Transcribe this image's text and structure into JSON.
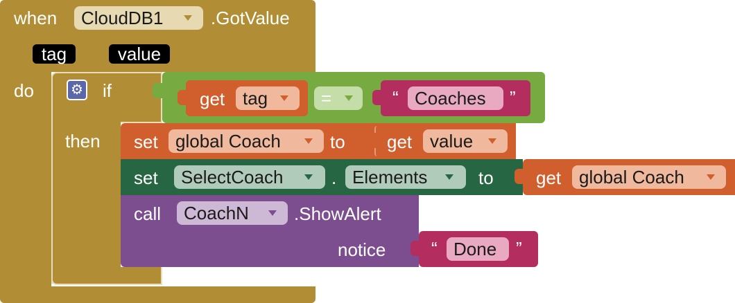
{
  "event": {
    "when_label": "when",
    "component": "CloudDB1",
    "event_name": ".GotValue",
    "params": [
      "tag",
      "value"
    ],
    "do_label": "do"
  },
  "if_block": {
    "if_label": "if",
    "then_label": "then",
    "condition": {
      "get_label": "get",
      "var": "tag",
      "operator": "=",
      "text_value": "Coaches",
      "open_quote": "“",
      "close_quote": "”"
    }
  },
  "set_global": {
    "set_label": "set",
    "var": "global Coach",
    "to_label": "to",
    "get_label": "get",
    "value_var": "value"
  },
  "set_property": {
    "set_label": "set",
    "component": "SelectCoach",
    "dot": ".",
    "property": "Elements",
    "to_label": "to",
    "get_label": "get",
    "value_var": "global Coach"
  },
  "call_block": {
    "call_label": "call",
    "component": "CoachN",
    "method": ".ShowAlert",
    "arg_label": "notice",
    "text_value": "Done",
    "open_quote": "“",
    "close_quote": "”"
  },
  "colors": {
    "event": "#b18e35",
    "control": "#b18e35",
    "logic": "#77ab41",
    "variable": "#d05f2d",
    "component_setter": "#266643",
    "component_method": "#7d4e8f",
    "text": "#b32d5e"
  },
  "icons": [
    "gear-icon",
    "dropdown-arrow-icon"
  ]
}
